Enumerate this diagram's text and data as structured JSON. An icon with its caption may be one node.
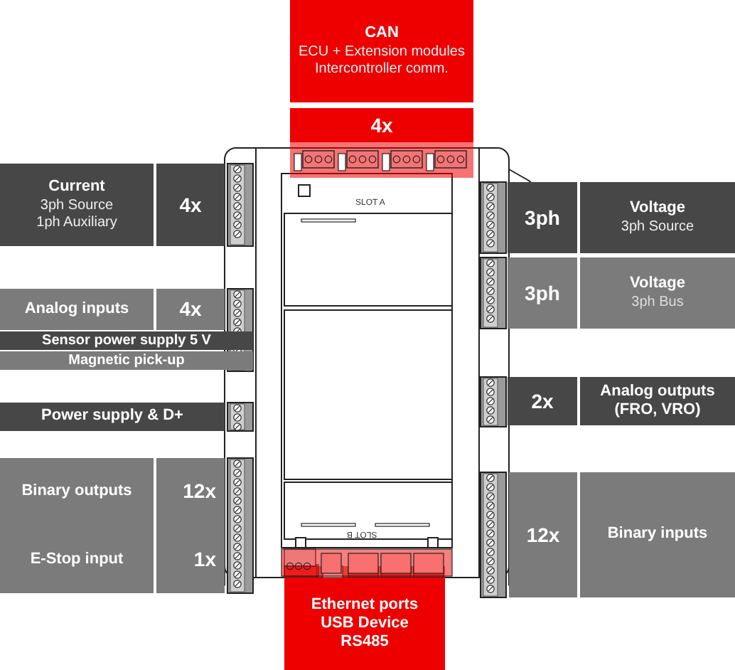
{
  "diagram": {
    "nodes": [
      {
        "text": [
          "CAN",
          "ECU + Extension modules",
          "Intercontroller comm."
        ]
      },
      {
        "text": [
          "4x"
        ]
      },
      {
        "text": [
          "Current",
          "3ph Source",
          "1ph Auxiliary"
        ]
      },
      {
        "text": [
          "4x"
        ]
      },
      {
        "text": [
          "3ph"
        ]
      },
      {
        "text": [
          "Voltage",
          "3ph Source"
        ]
      },
      {
        "text": [
          "3ph"
        ]
      },
      {
        "text": [
          "Voltage",
          "3ph Bus"
        ]
      },
      {
        "text": [
          "Analog inputs"
        ]
      },
      {
        "text": [
          "4x"
        ]
      },
      {
        "text": [
          "Sensor power supply 5 V"
        ]
      },
      {
        "text": [
          "Magnetic pick-up"
        ]
      },
      {
        "text": [
          "2x"
        ]
      },
      {
        "text": [
          "Analog outputs (FRO, VRO)"
        ]
      },
      {
        "text": [
          "Power supply & D+"
        ]
      },
      {
        "text": [
          "Binary outputs",
          "E-Stop input"
        ]
      },
      {
        "text": [
          "12x",
          "1x"
        ]
      },
      {
        "text": [
          "12x"
        ]
      },
      {
        "text": [
          "Binary inputs"
        ]
      },
      {
        "text": [
          "Ethernet ports",
          "USB Device",
          "RS485"
        ]
      }
    ],
    "labels": [
      "SLOT A",
      "SLOT B"
    ]
  }
}
